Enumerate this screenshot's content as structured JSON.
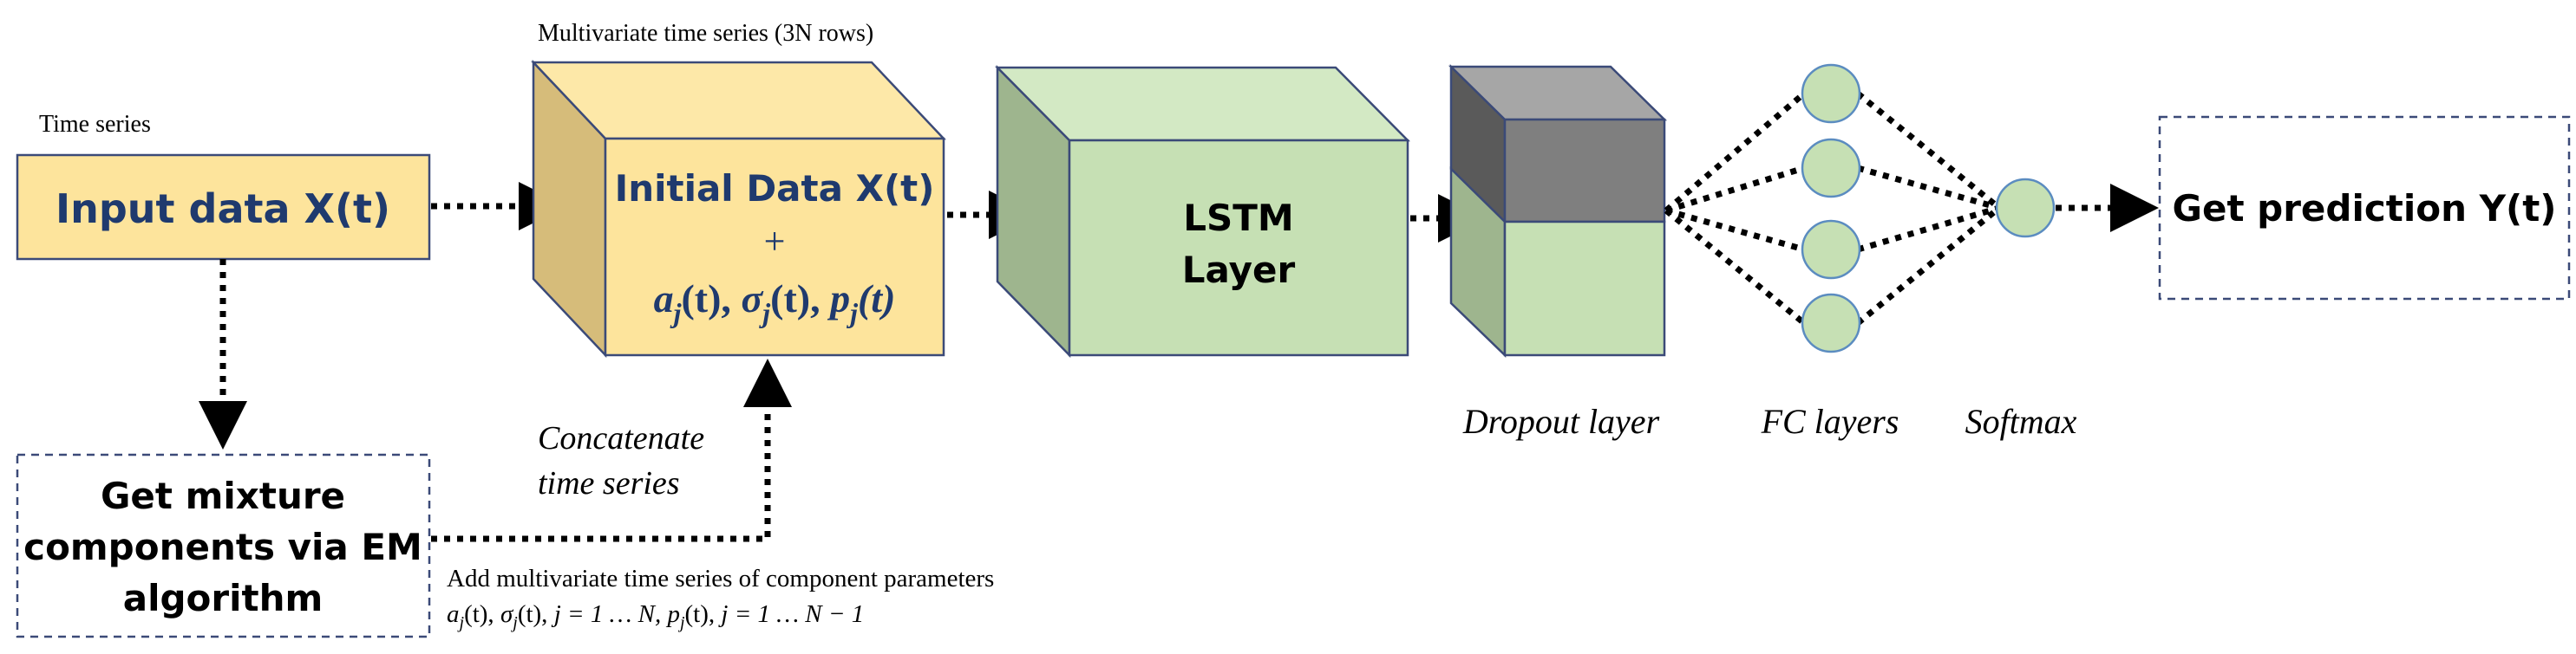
{
  "labels": {
    "time_series": "Time series",
    "multivariate_title": "Multivariate time series (3N rows)",
    "input_box": "Input data X(t)",
    "initial_data_line1": "Initial Data X(t)",
    "initial_data_plus": "+",
    "initial_data_params": {
      "a": "a",
      "j1": "j",
      "t1": "(t), ",
      "sigma": "σ",
      "j2": "j",
      "t2": "(t), ",
      "p": "p",
      "j3": "j",
      "t3": "(t)"
    },
    "lstm_line1": "LSTM",
    "lstm_line2": "Layer",
    "prediction_box": "Get prediction Y(t)",
    "em_line1": "Get mixture",
    "em_line2": "components via EM",
    "em_line3": "algorithm",
    "concat_line1": "Concatenate",
    "concat_line2": "time series",
    "add_params_line1": "Add multivariate time series of component parameters",
    "add_params_line2": {
      "a": "a",
      "aj": "j",
      "at": "(t), ",
      "s": "σ",
      "sj": "j",
      "st": "(t), ",
      "range1": "j = 1 … N, ",
      "p": "p",
      "pj": "j",
      "pt": "(t), ",
      "range2": "j = 1 … N − 1"
    },
    "dropout": "Dropout layer",
    "fc": "FC layers",
    "softmax": "Softmax"
  },
  "colors": {
    "input_fill": "#fde49c",
    "input_stroke": "#3b4a78",
    "cube_yellow_front": "#fde49c",
    "cube_yellow_top": "#fde8a8",
    "cube_yellow_side": "#d6bc7a",
    "green_front": "#c6e0b4",
    "green_top": "#d3e9c4",
    "green_side": "#9eb58e",
    "gray_front": "#7f7f7f",
    "gray_top": "#a6a6a6",
    "gray_side": "#5a5a5a",
    "navy_text": "#1f3a6e",
    "node_fill": "#c6e0b4",
    "node_stroke": "#5b8cc0"
  }
}
